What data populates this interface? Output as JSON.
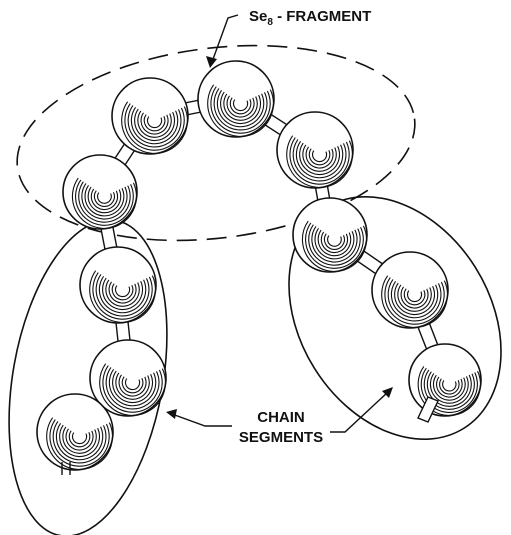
{
  "labels": {
    "fragment_prefix": "Se",
    "fragment_subscript": "8",
    "fragment_suffix": " - FRAGMENT",
    "chain_line1": "CHAIN",
    "chain_line2": "SEGMENTS"
  },
  "colors": {
    "ink": "#111111",
    "background": "#ffffff"
  }
}
